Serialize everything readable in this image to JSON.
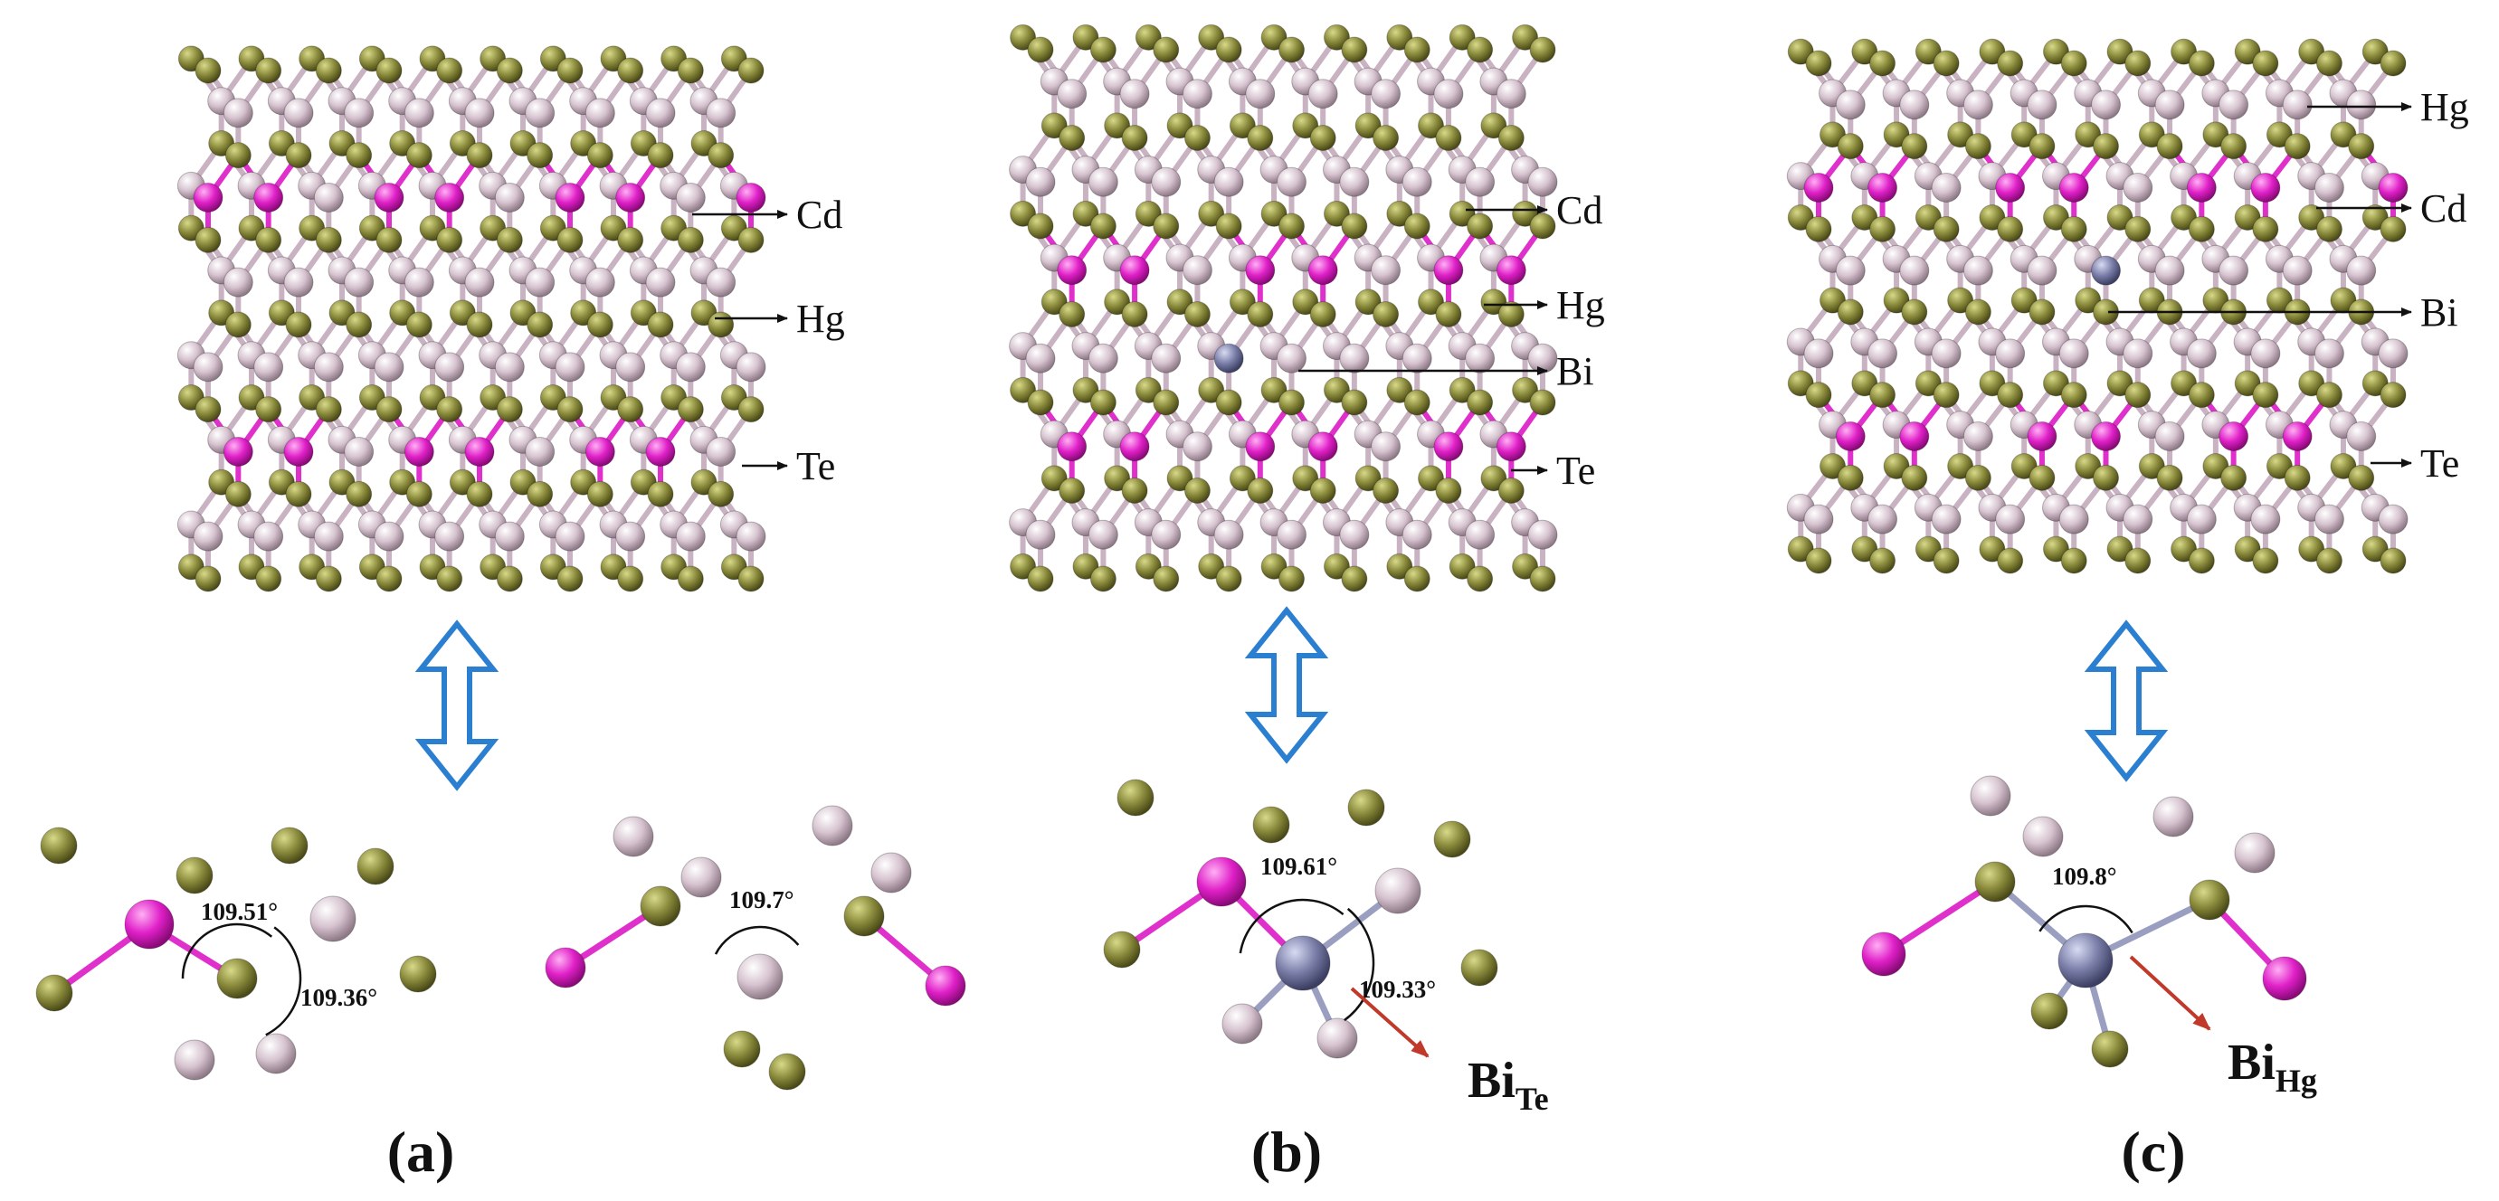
{
  "colors": {
    "Te": "#8a8a3c",
    "Hg": "#d6c3cf",
    "Cd": "#e020c8",
    "Bi": "#7a7ea8",
    "arrow_blue": "#2a7fd0",
    "arrow_red": "#c0392b"
  },
  "panels": [
    {
      "id": "a",
      "label": "(a)",
      "element_labels": [
        "Cd",
        "Hg",
        "Te"
      ],
      "angles": [
        "109.51°",
        "109.36°",
        "109.7°"
      ]
    },
    {
      "id": "b",
      "label": "(b)",
      "element_labels": [
        "Cd",
        "Hg",
        "Bi",
        "Te"
      ],
      "angles": [
        "109.61°",
        "109.33°"
      ],
      "defect": {
        "base": "Bi",
        "sub": "Te"
      }
    },
    {
      "id": "c",
      "label": "(c)",
      "element_labels": [
        "Hg",
        "Cd",
        "Bi",
        "Te"
      ],
      "angles": [
        "109.8°"
      ],
      "defect": {
        "base": "Bi",
        "sub": "Hg"
      }
    }
  ],
  "icons": [
    "double-arrow-icon"
  ]
}
